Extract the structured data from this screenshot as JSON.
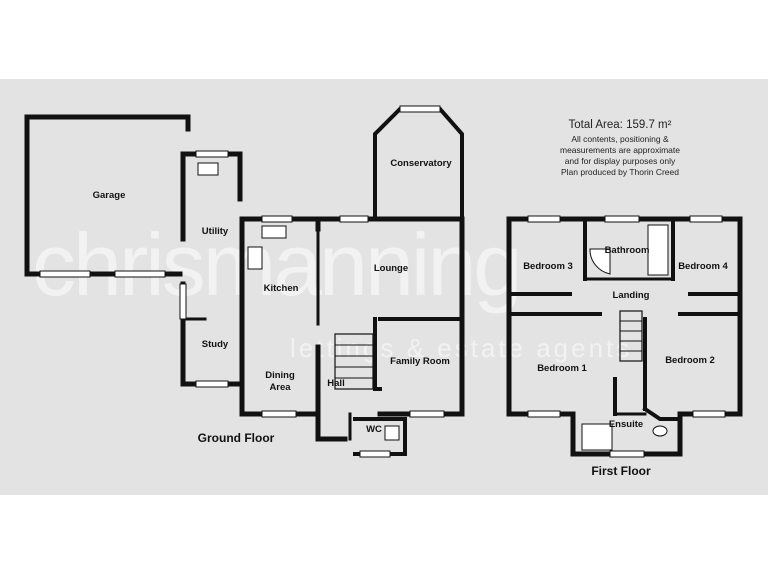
{
  "info": {
    "total_area": "Total Area: 159.7 m²",
    "note_line1": "All contents, positioning &",
    "note_line2": "measurements are approximate",
    "note_line3": "and for display purposes only",
    "note_line4": "Plan produced by Thorin Creed"
  },
  "watermark": {
    "main": "chrismanning",
    "sub": "lettings & estate agents"
  },
  "ground_floor": {
    "label": "Ground Floor",
    "rooms": {
      "garage": "Garage",
      "utility": "Utility",
      "kitchen": "Kitchen",
      "study": "Study",
      "dining_line1": "Dining",
      "dining_line2": "Area",
      "hall": "Hall",
      "lounge": "Lounge",
      "conservatory": "Conservatory",
      "family_room": "Family Room",
      "wc": "WC"
    }
  },
  "first_floor": {
    "label": "First Floor",
    "rooms": {
      "bedroom3": "Bedroom 3",
      "bathroom": "Bathroom",
      "bedroom4": "Bedroom 4",
      "landing": "Landing",
      "bedroom1": "Bedroom 1",
      "bedroom2": "Bedroom 2",
      "ensuite": "Ensuite"
    }
  },
  "colors": {
    "background": "#e3e3e3",
    "wall": "#111111",
    "window": "#ffffff"
  }
}
